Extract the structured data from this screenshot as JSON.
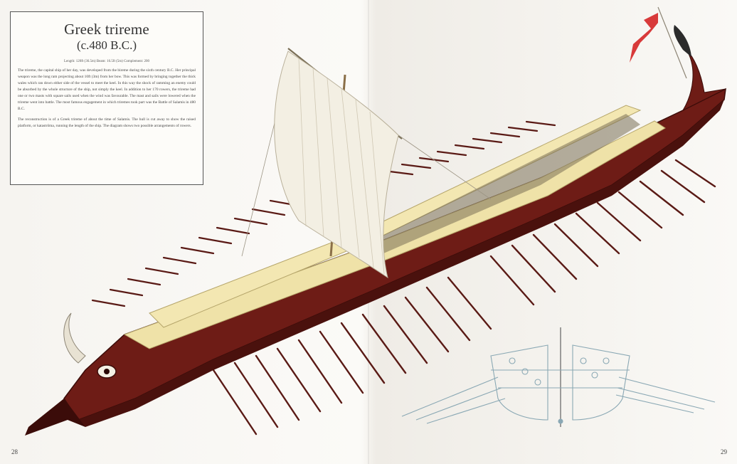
{
  "book": {
    "title": "Greek trireme",
    "subtitle": "(c.480 B.C.)",
    "specs_line": "Length: 120ft (36.5m)  Beam: 16.5ft (5m)  Complement: 200",
    "paragraph_1": "The trireme, the capital ship of her day, was developed from the bireme during the sixth century B.C. Her principal weapon was the long ram projecting about 10ft (3m) from her bow. This was formed by bringing together the thick wales which ran down either side of the vessel to meet the keel. In this way the shock of ramming an enemy could be absorbed by the whole structure of the ship, not simply the keel. In addition to her 170 rowers, the trireme had one or two masts with square sails used when the wind was favourable. The mast and sails were lowered when the trireme went into battle. The most famous engagement in which triremes took part was the Battle of Salamis in 480 B.C.",
    "paragraph_2": "The reconstruction is of a Greek trireme of about the time of Salamis. The hull is cut away to show the raised platform, or katastrōma, running the length of the ship. The diagram shows two possible arrangements of rowers.",
    "page_left": "28",
    "page_right": "29"
  },
  "colors": {
    "hull": "#6e1c16",
    "deck": "#efe2a8",
    "sail": "#f3efe3",
    "oar": "#5a1a15",
    "flag": "#d83a3a"
  }
}
